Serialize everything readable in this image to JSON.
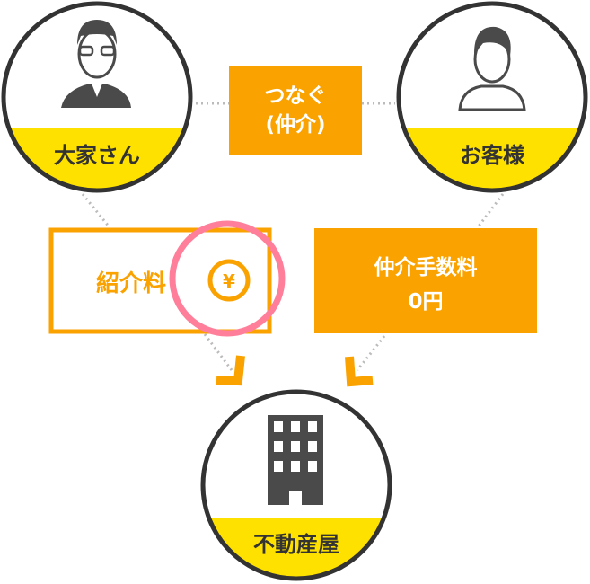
{
  "nodes": {
    "landlord": {
      "label": "大家さん",
      "icon": "businessman-icon"
    },
    "customer": {
      "label": "お客様",
      "icon": "person-icon"
    },
    "agency": {
      "label": "不動産屋",
      "icon": "building-icon"
    }
  },
  "connect_box": {
    "line1": "つなぐ",
    "line2": "(仲介)"
  },
  "referral_box": {
    "label": "紹介料",
    "icon": "yen-coin-icon",
    "yen": "¥"
  },
  "fee_box": {
    "line1": "仲介手数料",
    "line2": "0円"
  },
  "colors": {
    "orange": "#f9a200",
    "yellow": "#ffe100",
    "dark": "#333333",
    "pink": "#ff7f9b",
    "dots": "#bbbbbb"
  }
}
